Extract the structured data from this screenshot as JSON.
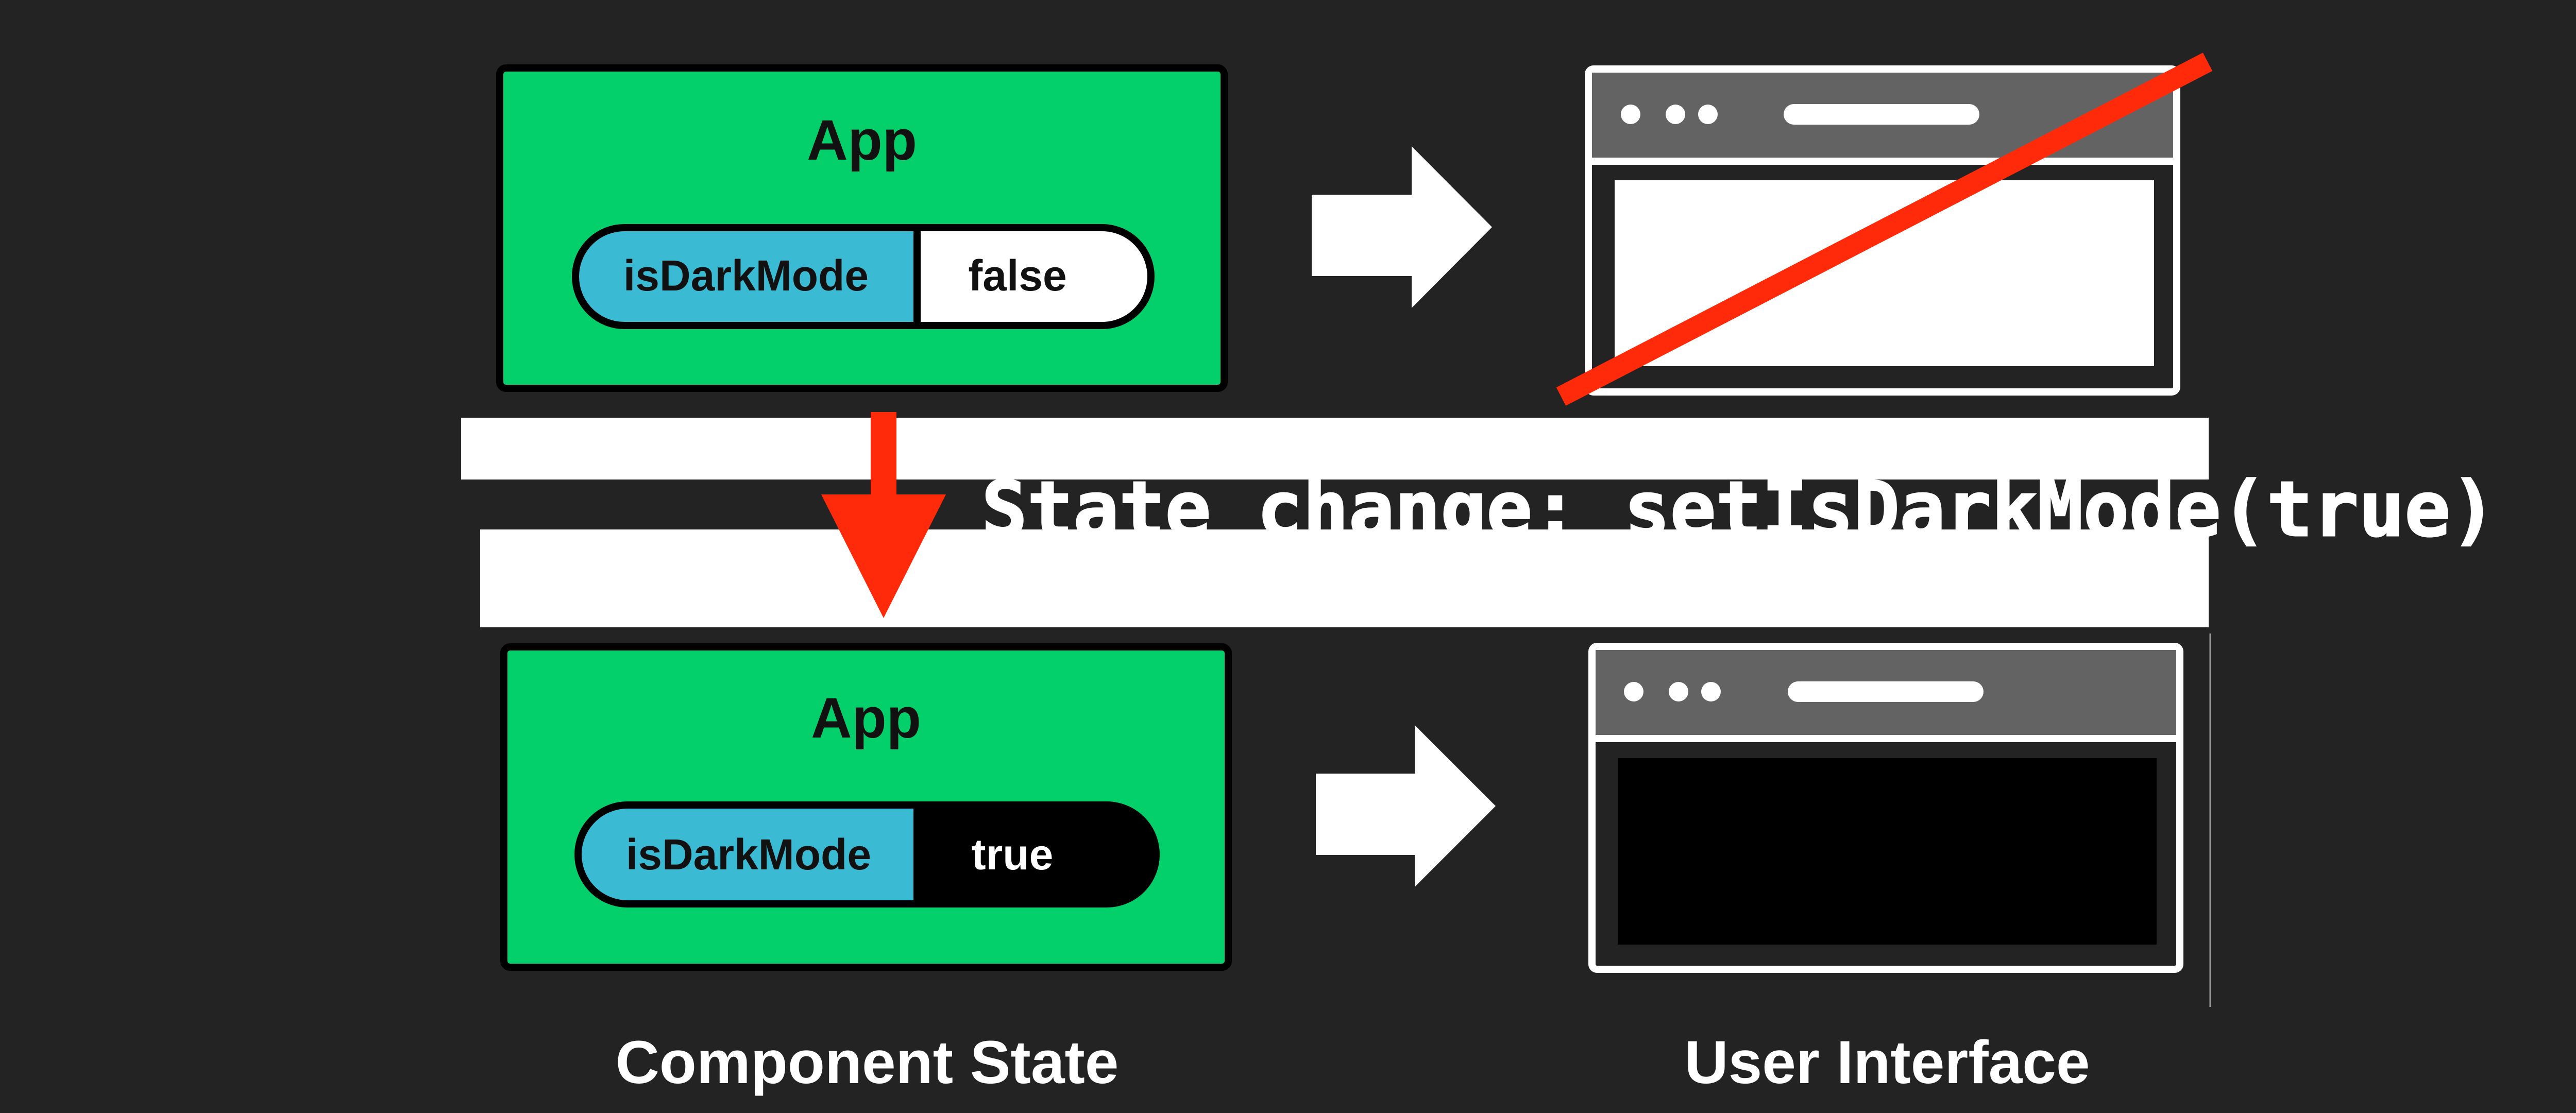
{
  "top": {
    "component_title": "App",
    "state_key": "isDarkMode",
    "state_value": "false"
  },
  "bottom": {
    "component_title": "App",
    "state_key": "isDarkMode",
    "state_value": "true"
  },
  "transition": {
    "label": "State change: setIsDarkMode(true)"
  },
  "captions": {
    "left": "Component State",
    "right": "User Interface"
  },
  "colors": {
    "background": "#232323",
    "component_fill": "#03d06a",
    "state_key_fill": "#3bbad4",
    "ui_chrome": "#636363",
    "arrow_red": "#ff2a0a",
    "strike_red": "#ff2a0a",
    "white": "#ffffff",
    "black": "#000000"
  },
  "icons": {
    "flow_arrows": "right-arrow-icon",
    "transition_arrow": "down-arrow-icon",
    "window_dots": "window-controls-icon",
    "strike": "strike-through-line"
  }
}
